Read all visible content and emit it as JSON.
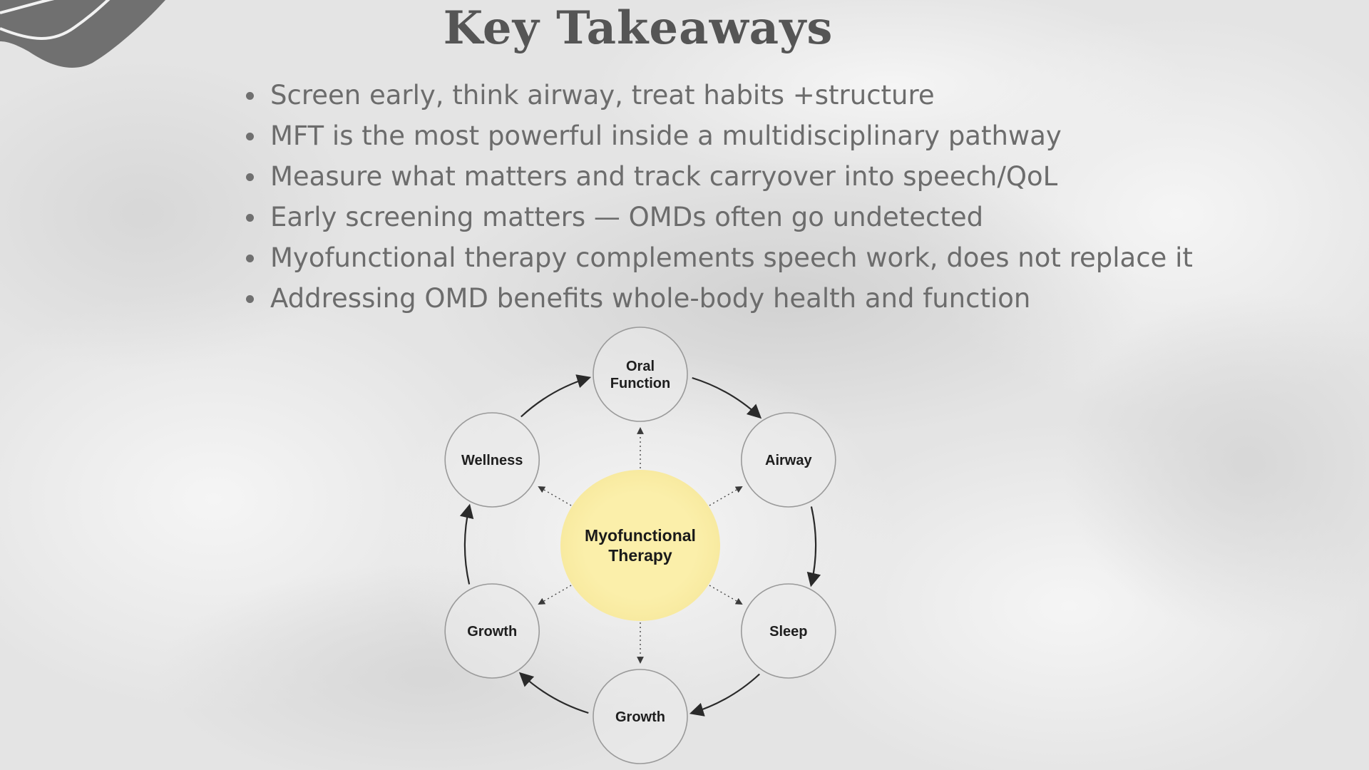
{
  "slide": {
    "title": "Key Takeaways",
    "bullets": [
      "Screen early, think airway, treat habits +structure",
      "MFT is the most powerful inside a multidisciplinary pathway",
      "Measure what matters and track carryover into speech/QoL",
      "Early screening matters — OMDs often go undetected",
      "Myofunctional therapy complements speech work, does not replace it",
      "Addressing OMD benefits whole-body health and function"
    ]
  },
  "diagram": {
    "center": {
      "lines": [
        "Myofunctional",
        "Therapy"
      ],
      "color": "#fbefaa"
    },
    "nodes": [
      {
        "id": "oral-function",
        "lines": [
          "Oral",
          "Function"
        ]
      },
      {
        "id": "airway",
        "lines": [
          "Airway"
        ]
      },
      {
        "id": "sleep",
        "lines": [
          "Sleep"
        ]
      },
      {
        "id": "growth-bottom",
        "lines": [
          "Growth"
        ]
      },
      {
        "id": "growth-left",
        "lines": [
          "Growth"
        ]
      },
      {
        "id": "wellness",
        "lines": [
          "Wellness"
        ]
      }
    ],
    "node_fill": "#ebebeb",
    "node_stroke": "#9a9a9a",
    "arrow_color": "#2a2a2a"
  },
  "colors": {
    "title": "#555555",
    "bullet_text": "#6c6c6c",
    "corner_shape": "#707070"
  }
}
